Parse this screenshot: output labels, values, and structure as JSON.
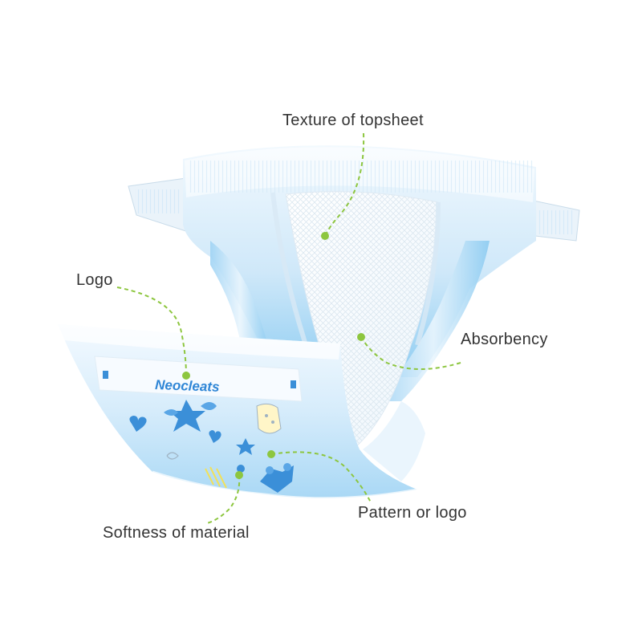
{
  "labels": {
    "topsheet": "Texture of  topsheet",
    "logo": "Logo",
    "absorbency": "Absorbency",
    "pattern": "Pattern or logo",
    "softness": "Softness of material"
  },
  "product": {
    "brand_logo": "Neocleats"
  },
  "colors": {
    "callout": "#8dc63f",
    "diaper_light": "#e6f3fc",
    "diaper_mid": "#bfe0f7",
    "diaper_blue": "#7cc3ee",
    "print_blue": "#3b8fd8",
    "label_text": "#333333"
  }
}
